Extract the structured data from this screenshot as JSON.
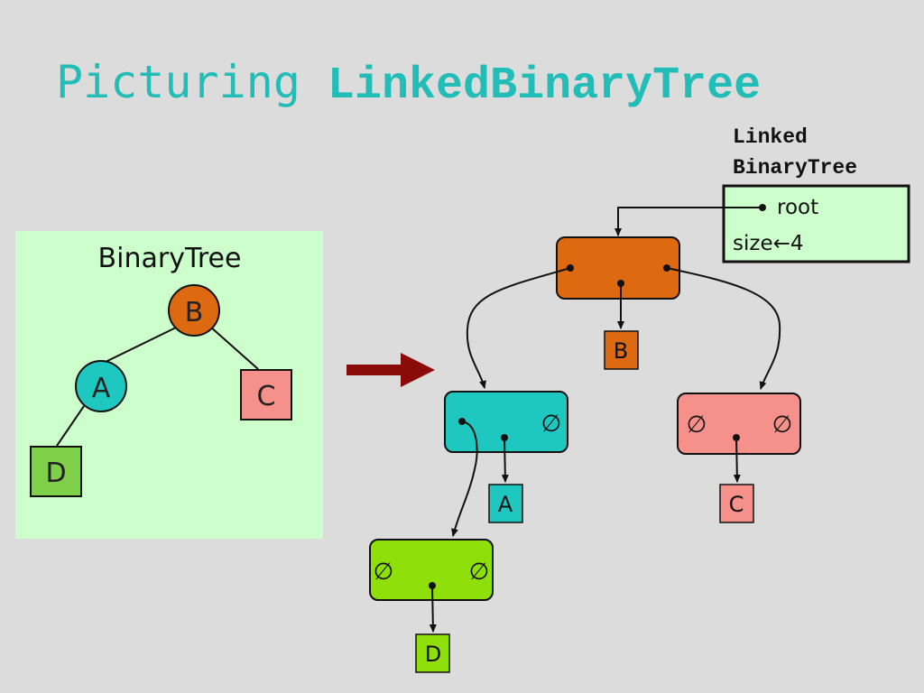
{
  "title": {
    "prefix": "Picturing ",
    "class_name": "LinkedBinaryTree"
  },
  "left_panel": {
    "heading": "BinaryTree",
    "nodes": {
      "b": "B",
      "a": "A",
      "c": "C",
      "d": "D"
    }
  },
  "header_object": {
    "label_line1": "Linked",
    "label_line2": "BinaryTree",
    "root_field": "root",
    "size_field": "size←4"
  },
  "linked_nodes": {
    "b_element": "B",
    "a_element": "A",
    "c_element": "C",
    "d_element": "D",
    "null_symbol": "∅"
  },
  "colors": {
    "background": "#dcdcdc",
    "title": "#22bdb7",
    "panel": "#ccffcc",
    "node_b": "#dd6a10",
    "node_a": "#1ec8c0",
    "node_c": "#f5908a",
    "node_d": "#8fe00a",
    "leaf_d_square": "#7fcf4a",
    "arrow": "#8b0a0a"
  }
}
